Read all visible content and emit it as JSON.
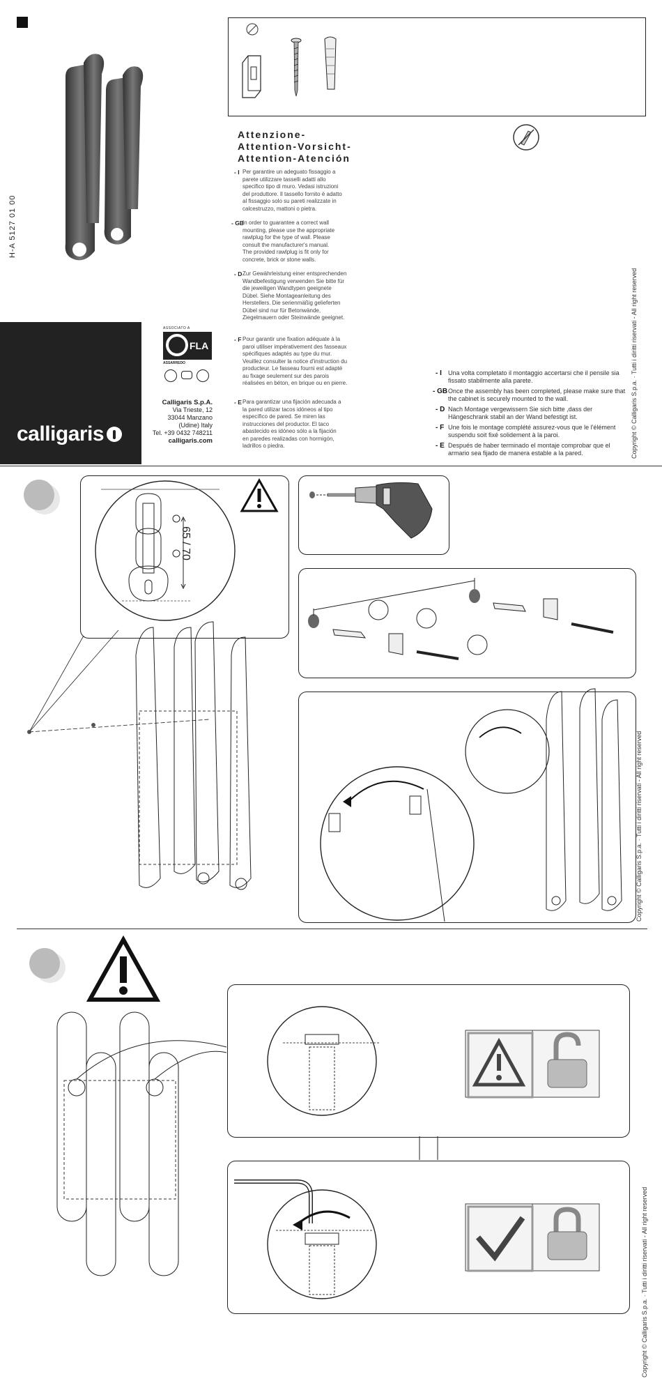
{
  "doc": {
    "code": "H-A 5127 01 00",
    "copyright": "Copyright © Calligaris S.p.a. · Tutti i diritti riservati - All right reserved"
  },
  "brand": {
    "logo": "calligaris",
    "association_label": "ASSOCIATO A",
    "fla": "FLA",
    "fla_sub": "ASSARREDO"
  },
  "warning": {
    "title_lines": [
      "Attenzione-",
      "Attention-Vorsicht-",
      "Attention-Atención"
    ],
    "langs": [
      {
        "tag": "- I",
        "text": "Per garantire un adeguato fissaggio a parete utilizzare tasselli adatti allo specifico tipo di muro. Vedasi istruzioni del produttore. Il tassello fornito è adatto al fissaggio solo su pareti realizzate in calcestruzzo, mattoni o pietra."
      },
      {
        "tag": "- GB",
        "text": "In order to guarantee a correct wall mounting, please use the appropriate rawlplug for the type of wall. Please consult the manufacturer's manual. The provided rawlplug is fit only for concrete, brick or stone walls."
      },
      {
        "tag": "- D",
        "text": "Zur Gewährleistung einer entsprechenden Wandbefestigung verwenden Sie bitte für die jeweiligen Wandtypen geeignete Dübel. Siehe Montageanleitung des Herstellers. Die serienmäßig gelieferten Dübel sind nur für Betonwände, Ziegelmauern oder Steinwände geeignet."
      },
      {
        "tag": "- F",
        "text": "Pour garantir une fixation adéquate à la paroi utiliser impérativement des fasseaux spécifiques adaptés au type du mur. Veuillez consulter la notice d'instruction du producteur. Le fasseau fourni est adapté au fixage seulement sur des parois réalisées en béton, en brique ou en pierre."
      },
      {
        "tag": "- E",
        "text": "Para garantizar una fijación adecuada a la pared utilizar tacos idóneos al tipo específico de pared. Se miren las instrucciones del productor. El taco abastecido es idóneo sólo a la fijación en paredes realizadas con hormigón, ladrillos o piedra."
      }
    ]
  },
  "company": {
    "name": "Calligaris S.p.A.",
    "street": "Via Trieste, 12",
    "city": "33044 Manzano",
    "region": "(Udine) Italy",
    "tel": "Tel. +39 0432 748211",
    "web": "calligaris.com"
  },
  "final_check": [
    {
      "tag": "- I",
      "text": "Una volta completato il montaggio accertarsi che il pensile sia fissato stabilmente alla parete."
    },
    {
      "tag": "- GB",
      "text": "Once the assembly has been completed, please make sure that the cabinet is securely mounted to the wall."
    },
    {
      "tag": "- D",
      "text": "Nach Montage vergewissern Sie sich bitte ,dass der Hängeschrank stabil an der Wand befestigt ist."
    },
    {
      "tag": "- F",
      "text": "Une fois le montage complété assurez-vous que le l'élément suspendu soit fixé solidement à la paroi."
    },
    {
      "tag": "- E",
      "text": "Después de haber terminado el montaje comprobar que el armario sea fijado de manera estable a la pared."
    }
  ],
  "step1": {
    "dimension": "65 / 70"
  },
  "colors": {
    "dark": "#222222",
    "grey": "#bbbbbb",
    "wall": "#555555"
  }
}
